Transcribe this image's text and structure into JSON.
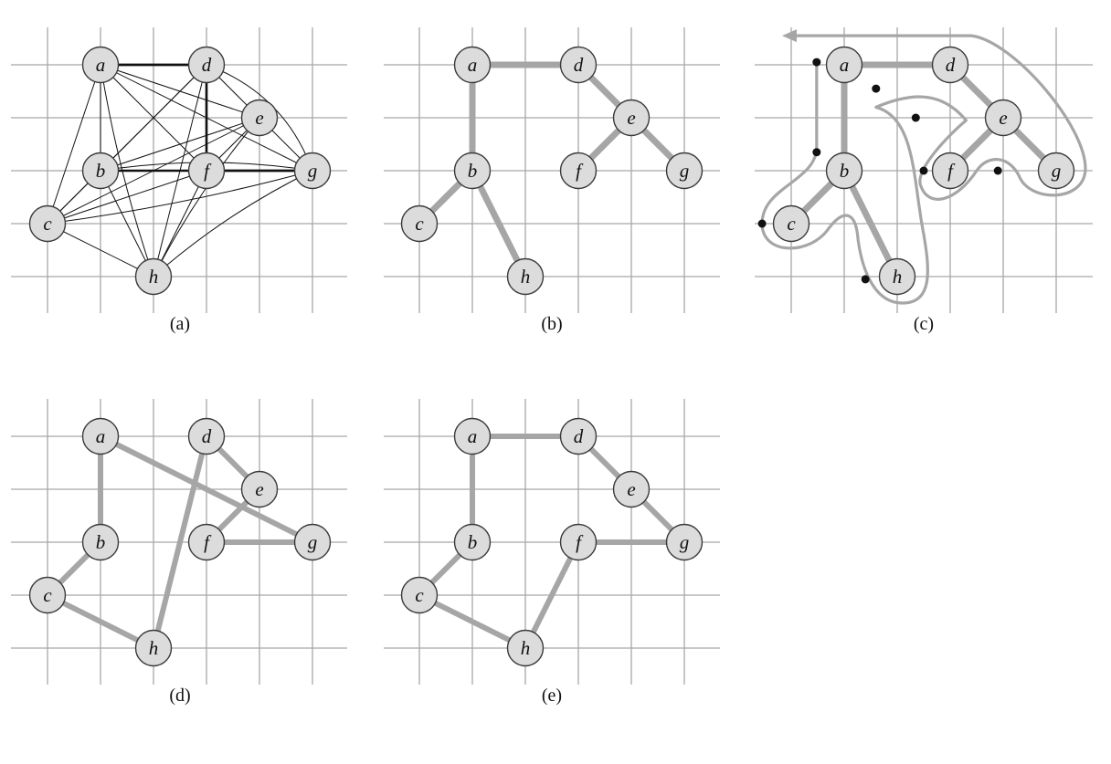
{
  "figure": {
    "nodes": [
      {
        "id": "a",
        "label": "a"
      },
      {
        "id": "b",
        "label": "b"
      },
      {
        "id": "c",
        "label": "c"
      },
      {
        "id": "d",
        "label": "d"
      },
      {
        "id": "e",
        "label": "e"
      },
      {
        "id": "f",
        "label": "f"
      },
      {
        "id": "g",
        "label": "g"
      },
      {
        "id": "h",
        "label": "h"
      }
    ],
    "panels": [
      {
        "id": "a",
        "caption": "(a)",
        "content": "complete-graph"
      },
      {
        "id": "b",
        "caption": "(b)",
        "content": "minimum-spanning-tree",
        "edges": [
          [
            "a",
            "d"
          ],
          [
            "a",
            "b"
          ],
          [
            "d",
            "e"
          ],
          [
            "e",
            "f"
          ],
          [
            "e",
            "g"
          ],
          [
            "b",
            "c"
          ],
          [
            "b",
            "h"
          ]
        ]
      },
      {
        "id": "c",
        "caption": "(c)",
        "content": "full-walk",
        "edges": [
          [
            "a",
            "d"
          ],
          [
            "a",
            "b"
          ],
          [
            "d",
            "e"
          ],
          [
            "e",
            "f"
          ],
          [
            "e",
            "g"
          ],
          [
            "b",
            "c"
          ],
          [
            "b",
            "h"
          ]
        ]
      },
      {
        "id": "d",
        "caption": "(d)",
        "content": "preorder-tour",
        "edges": [
          [
            "a",
            "b"
          ],
          [
            "b",
            "c"
          ],
          [
            "c",
            "h"
          ],
          [
            "h",
            "d"
          ],
          [
            "d",
            "e"
          ],
          [
            "e",
            "f"
          ],
          [
            "f",
            "g"
          ],
          [
            "g",
            "a"
          ]
        ]
      },
      {
        "id": "e",
        "caption": "(e)",
        "content": "optimal-tour",
        "edges": [
          [
            "a",
            "d"
          ],
          [
            "d",
            "e"
          ],
          [
            "e",
            "g"
          ],
          [
            "g",
            "f"
          ],
          [
            "f",
            "h"
          ],
          [
            "h",
            "c"
          ],
          [
            "c",
            "b"
          ],
          [
            "b",
            "a"
          ]
        ]
      }
    ]
  }
}
